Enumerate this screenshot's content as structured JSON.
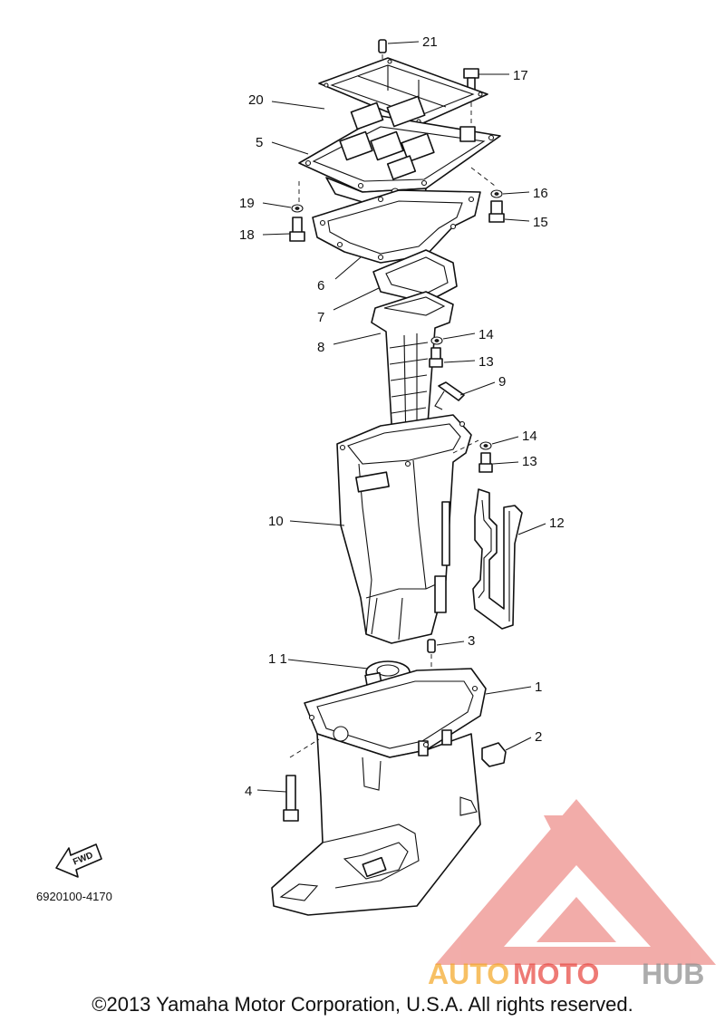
{
  "diagram": {
    "callouts": {
      "c1": "1",
      "c2": "2",
      "c3": "3",
      "c4": "4",
      "c5": "5",
      "c6": "6",
      "c7": "7",
      "c8": "8",
      "c9": "9",
      "c10": "10",
      "c11": "1 1",
      "c12": "12",
      "c13a": "13",
      "c13b": "13",
      "c14a": "14",
      "c14b": "14",
      "c15": "15",
      "c16": "16",
      "c17": "17",
      "c18": "18",
      "c19": "19",
      "c20": "20",
      "c21": "21"
    },
    "fwd_label": "FWD",
    "part_code": "6920100-4170"
  },
  "watermark": {
    "text_auto": "AUTO",
    "text_moto": "MOTO",
    "text_hub": "HUB",
    "color_primary": "#f5a623",
    "color_accent": "#e8423c",
    "color_secondary": "#8a8a8a"
  },
  "footer": {
    "copyright": "©2013 Yamaha Motor Corporation, U.S.A. All rights reserved."
  }
}
